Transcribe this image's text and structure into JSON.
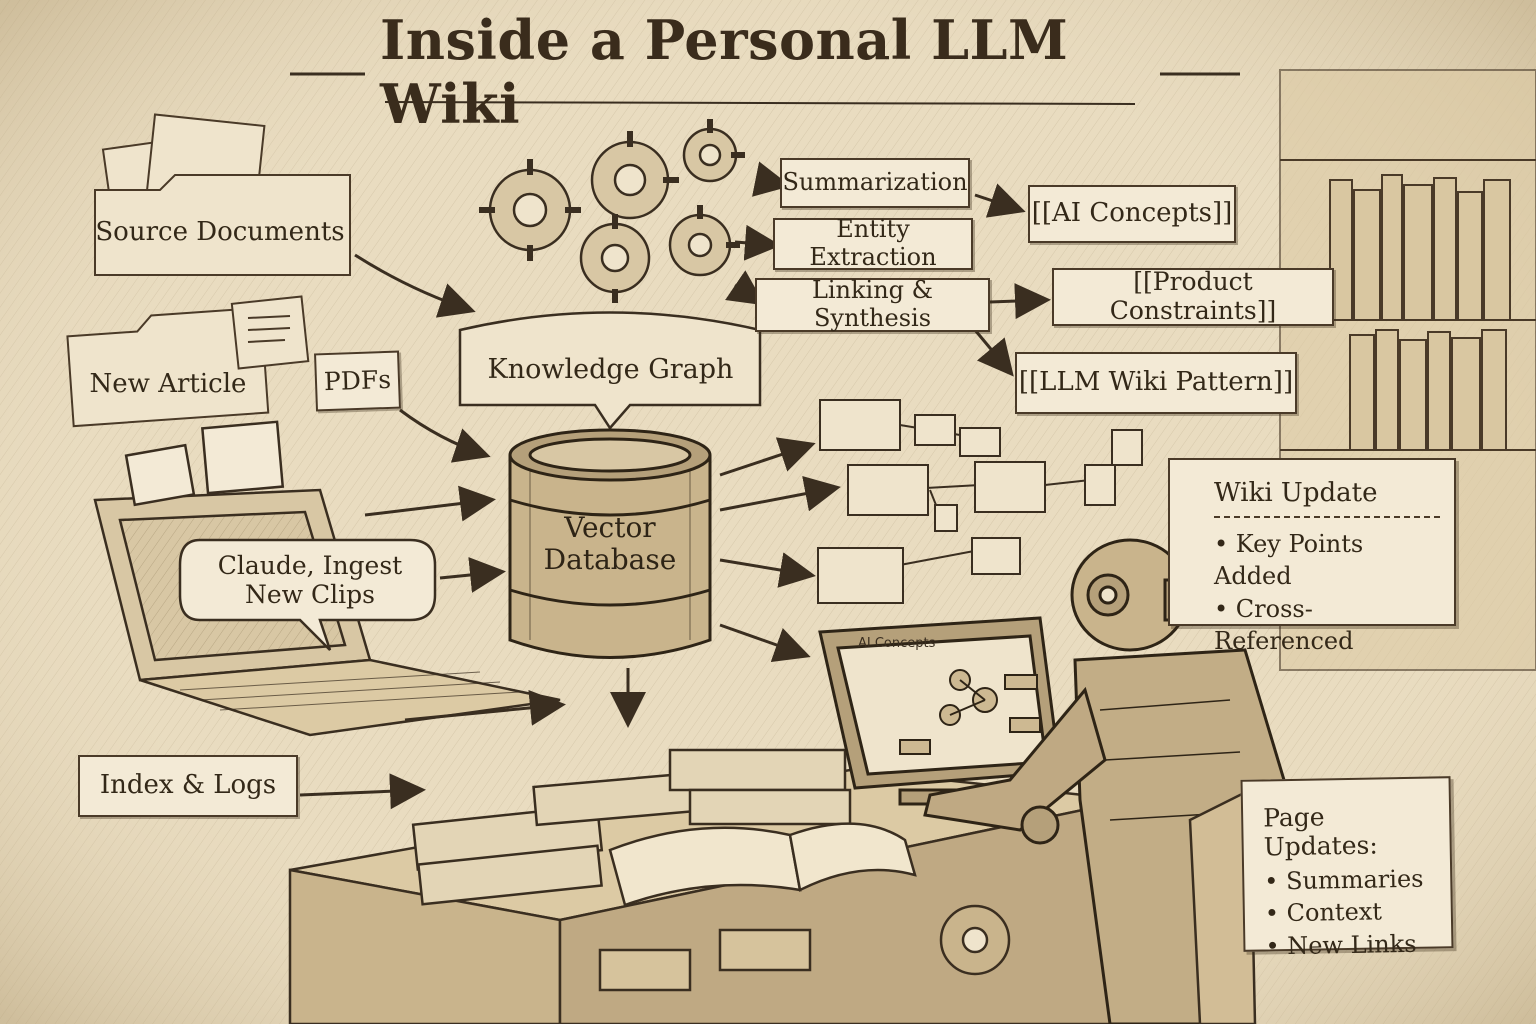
{
  "title": "Inside a Personal LLM Wiki",
  "inputs": {
    "source_documents": "Source Documents",
    "new_article": "New Article",
    "pdfs": "PDFs",
    "prompt_bubble": "Claude, Ingest New Clips",
    "index_logs": "Index & Logs"
  },
  "core": {
    "knowledge_graph": "Knowledge Graph",
    "vector_database": "Vector Database"
  },
  "processes": {
    "summarization": "Summarization",
    "entity_extraction": "Entity Extraction",
    "linking_synthesis": "Linking & Synthesis"
  },
  "wiki_pages": {
    "ai_concepts": "[[AI Concepts]]",
    "product_constraints": "[[Product Constraints]]",
    "llm_wiki_pattern": "[[LLM Wiki Pattern]]"
  },
  "wiki_update": {
    "heading": "Wiki Update",
    "items": [
      "Key Points Added",
      "Cross-Referenced"
    ]
  },
  "page_updates": {
    "heading": "Page Updates:",
    "items": [
      "Summaries",
      "Context",
      "New Links"
    ]
  },
  "monitor": {
    "heading": "AI Concepts"
  },
  "colors": {
    "paper": "#e9dcc0",
    "ink": "#3a2e20",
    "card": "#f3ead6"
  }
}
